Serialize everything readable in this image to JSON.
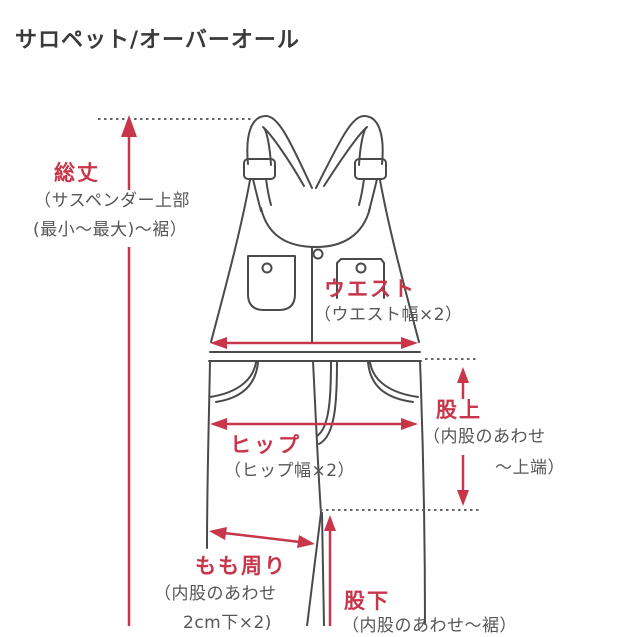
{
  "title": "サロペット/オーバーオール",
  "colors": {
    "accent_red": "#c8364a",
    "garment_line": "#4a4a4a",
    "note_gray": "#565656",
    "title_gray": "#3a3a3a",
    "background": "#ffffff"
  },
  "labels": {
    "total_length": {
      "name": "総丈",
      "line1": "（サスペンダー上部",
      "line2": "(最小～最大)～裾）"
    },
    "waist": {
      "name": "ウエスト",
      "line1": "（ウエスト幅×2）"
    },
    "rise": {
      "name": "股上",
      "line1": "（内股のあわせ",
      "line2": "～上端）"
    },
    "hip": {
      "name": "ヒップ",
      "line1": "（ヒップ幅×2）"
    },
    "thigh": {
      "name": "もも周り",
      "line1": "（内股のあわせ",
      "line2": "2cm下×2)"
    },
    "inseam": {
      "name": "股下",
      "line1": "（内股のあわせ～裾）"
    }
  }
}
